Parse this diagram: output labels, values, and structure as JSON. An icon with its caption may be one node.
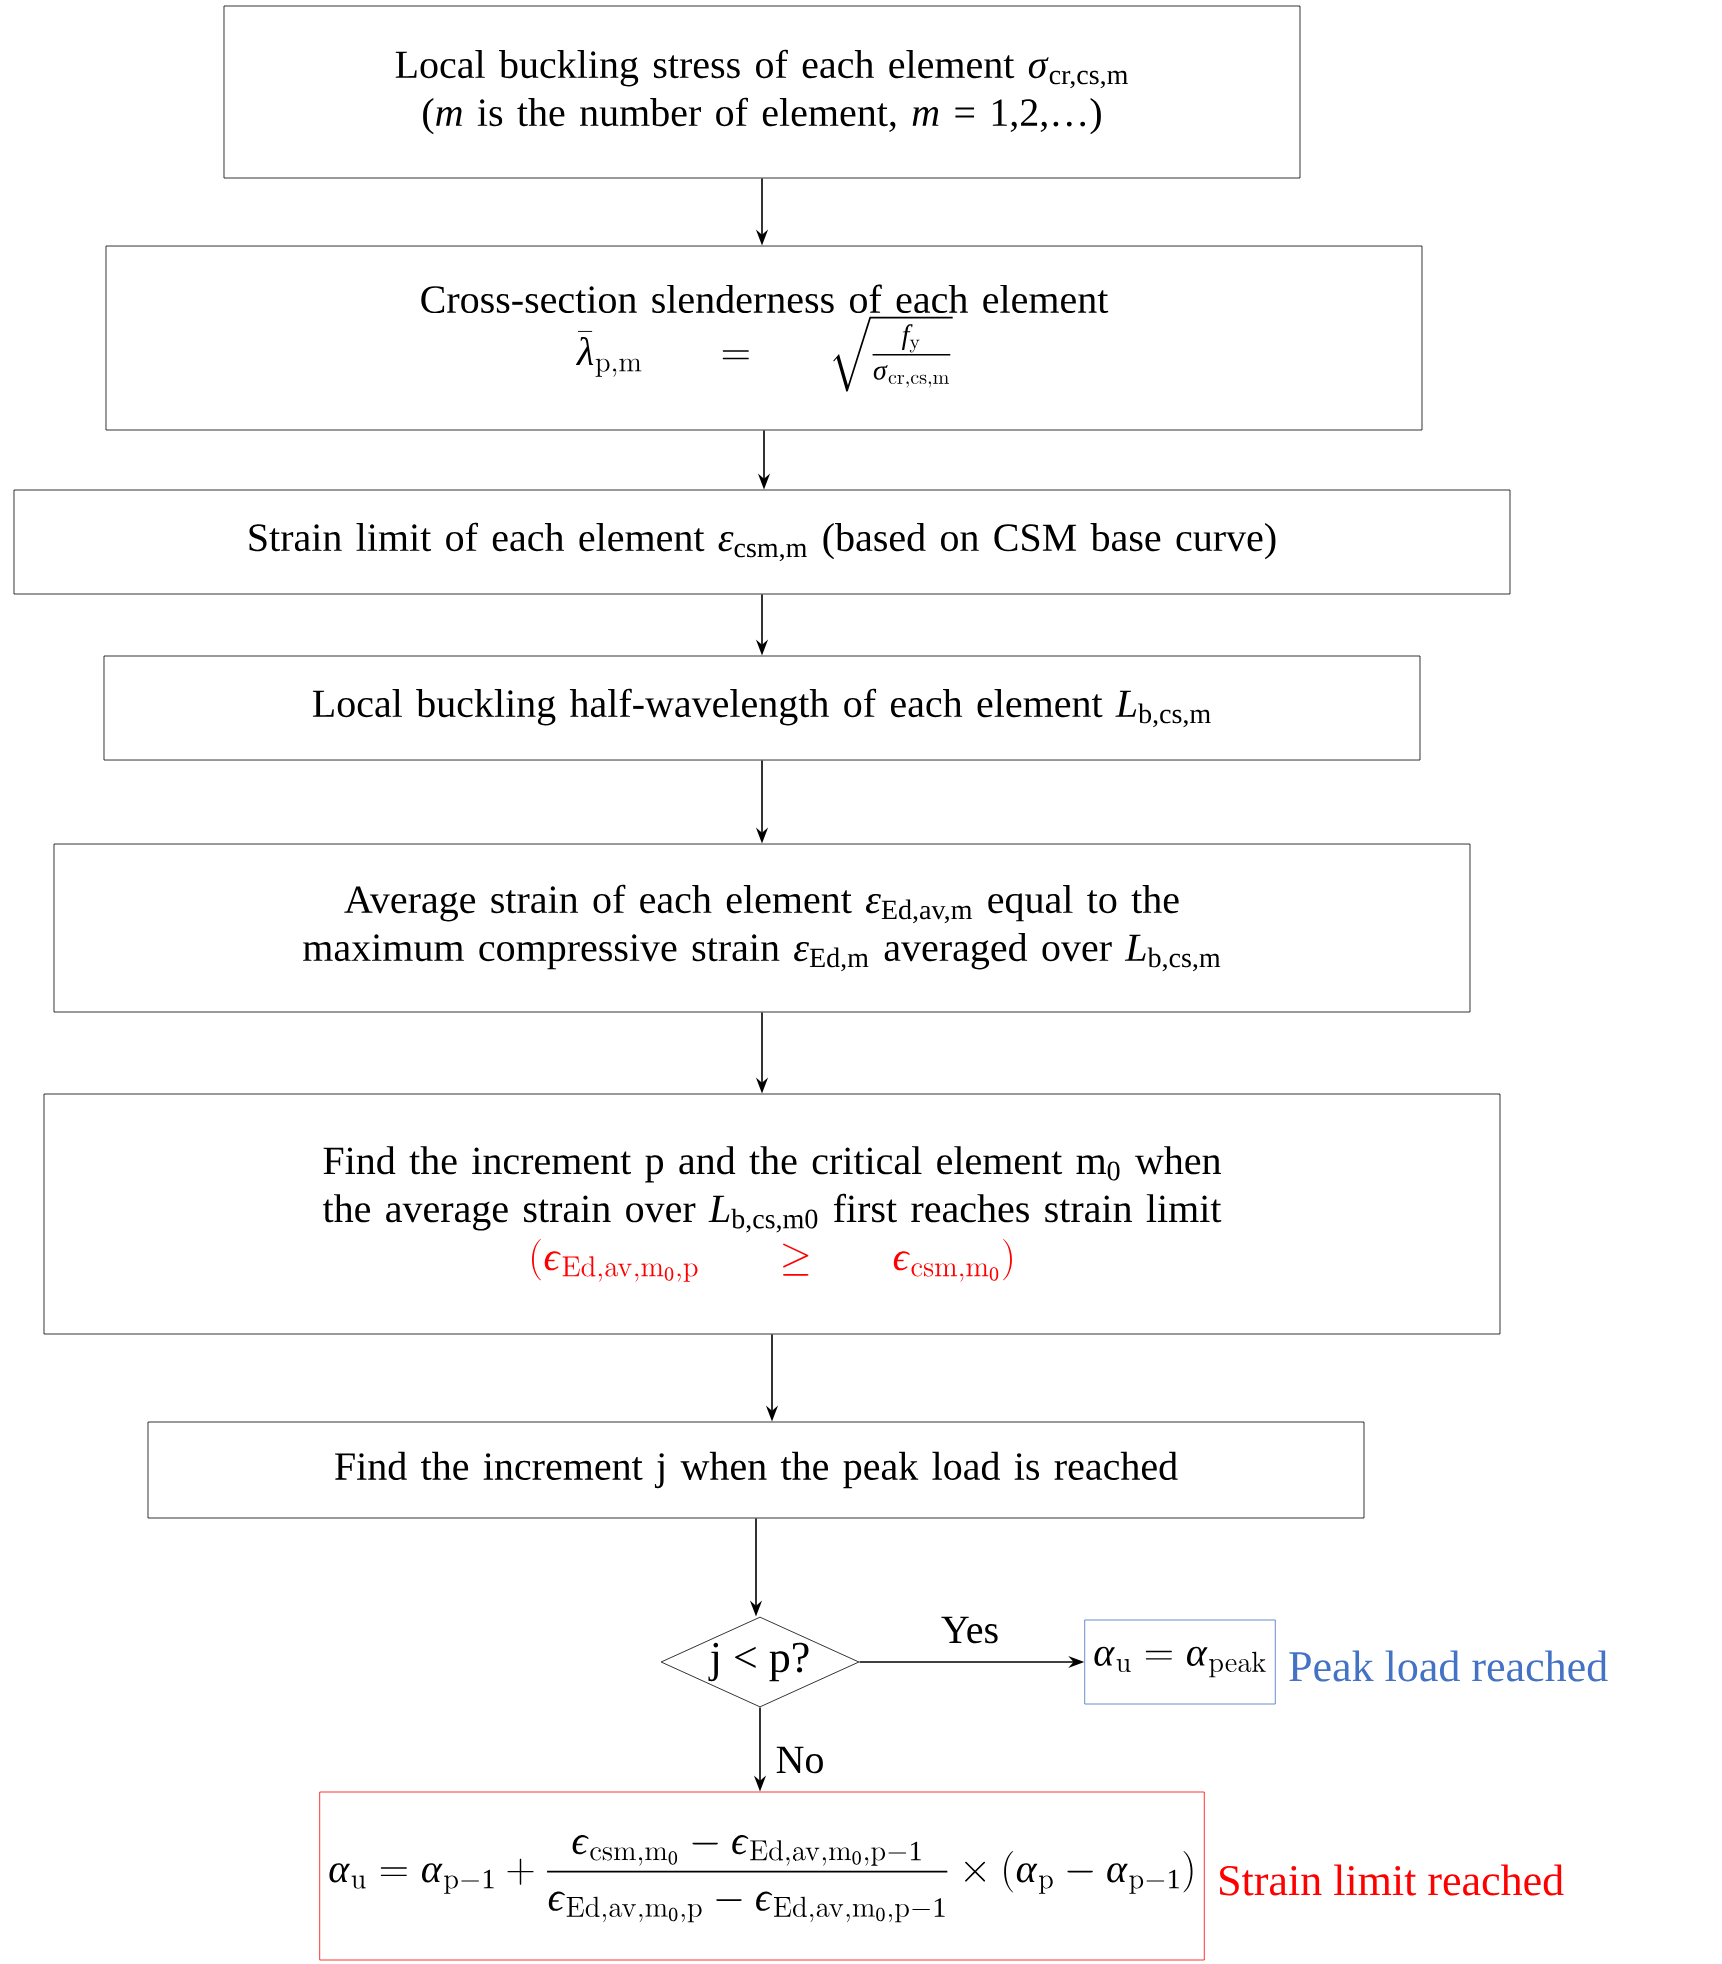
{
  "diagram": {
    "nodes": [
      {
        "text": [
          "Local buckling stress of each element *σ*$_{cr,cs,m}$ (*m* is the number of element, *m* = 1,2,…)"
        ]
      },
      {
        "text": [
          "Cross-section slenderness of each element",
          "\\bar{\\lambda}_{\\mathrm{p,m}} = \\sqrt{\\frac{f_{\\mathrm{y}}}{\\sigma_{\\mathrm{cr,cs,m}}}}"
        ]
      },
      {
        "text": [
          "Strain limit of each element *ε*$_{csm,m}$ (based on CSM base curve)"
        ]
      },
      {
        "text": [
          "Local buckling half-wavelength of each element *L*$_{b,cs,m}$"
        ]
      },
      {
        "text": [
          "Average strain of each element *ε*$_{Ed,av,m}$ equal to the maximum compressive strain *ε*$_{Ed,m}$ averaged over *L*$_{b,cs,m}$"
        ]
      },
      {
        "text": [
          "Find the increment p and the critical element m$_{0}$ when the average strain over *L*$_{b,cs,m0}$ first reaches strain limit",
          "(\\varepsilon_{\\mathrm{Ed,av,m_0,p}} \\geq \\varepsilon_{\\mathrm{csm,m_0}})"
        ]
      },
      {
        "text": [
          "Find the increment j when the peak load is reached"
        ]
      },
      {
        "text": [
          "j < p?"
        ]
      },
      {
        "text": [
          "\\alpha_{\\mathrm{u}} = \\alpha_{\\mathrm{peak}}"
        ],
        "beside": [
          "Peak load reached"
        ]
      },
      {
        "text": [
          "\\alpha_{\\mathrm{u}} = \\alpha_{\\mathrm{p-1}} + \\frac{\\varepsilon_{\\mathrm{csm,m_0}} - \\varepsilon_{\\mathrm{Ed,av,m_0,p-1}}}{\\varepsilon_{\\mathrm{Ed,av,m_0,p}} - \\varepsilon_{\\mathrm{Ed,av,m_0,p-1}}} \\times \\left(\\alpha_{\\mathrm{p}} - \\alpha_{\\mathrm{p-1}}\\right)"
        ],
        "beside": [
          "Strain limit reached"
        ]
      }
    ],
    "edges": [
      {
        "from": 0,
        "to": 1,
        "arrow": "to"
      },
      {
        "from": 1,
        "to": 2,
        "arrow": "to"
      },
      {
        "from": 2,
        "to": 3,
        "arrow": "to"
      },
      {
        "from": 3,
        "to": 4,
        "arrow": "to"
      },
      {
        "from": 4,
        "to": 5,
        "arrow": "to"
      },
      {
        "from": 5,
        "to": 6,
        "arrow": "to"
      },
      {
        "from": 6,
        "to": 7,
        "arrow": "to"
      },
      {
        "from": 7,
        "to": 8,
        "arrow": "to",
        "label": "Yes"
      },
      {
        "from": 7,
        "to": 9,
        "arrow": "to",
        "label": "No"
      }
    ]
  }
}
